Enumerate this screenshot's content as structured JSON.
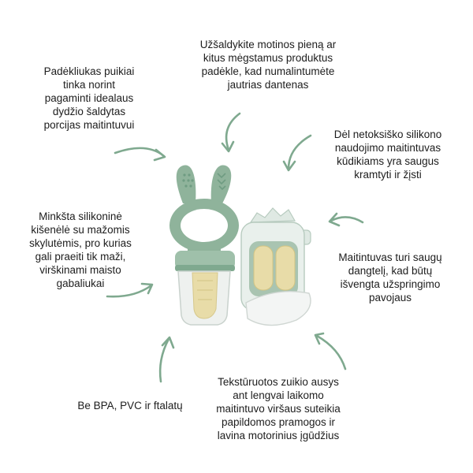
{
  "callouts": {
    "freeze_portions": [
      "Padėkliukas puikiai",
      "tinka norint",
      "pagaminti idealaus",
      "dydžio šaldytas",
      "porcijas maitintuvui"
    ],
    "freeze_milk": [
      "Užšaldykite motinos pieną ar",
      "kitus mėgstamus produktus",
      "padėkle, kad numalintumėte",
      "jautrias dantenas"
    ],
    "safe_silicone": [
      "Dėl netoksiško silikono",
      "naudojimo maitintuvas",
      "kūdikiams yra saugus",
      "kramtyti ir žįsti"
    ],
    "soft_pouch": [
      "Minkšta silikoninė",
      "kišenėlė su mažomis",
      "skylutėmis, pro kurias",
      "gali praeiti tik maži,",
      "virškinami maisto",
      "gabaliukai"
    ],
    "safety_cap": [
      "Maitintuvas turi saugų",
      "dangtelį, kad būtų",
      "išvengta užspringimo",
      "pavojaus"
    ],
    "bpa_free": [
      "Be BPA, PVC ir ftalatų"
    ],
    "bunny_ears": [
      "Tekstūruotos zuikio ausys",
      "ant lengvai laikomo",
      "maitintuvo viršaus suteikia",
      "papildomos pramogos ir",
      "lavina motorinius įgūdžius"
    ]
  },
  "colors": {
    "arrow": "#7fa98f",
    "sage": "#8fb39b",
    "sage_dark": "#6f9c82",
    "cream": "#e8dca8"
  },
  "icons": [
    "curved-arrow-icon",
    "bunny-feeder-illustration",
    "freezer-tray-illustration"
  ]
}
